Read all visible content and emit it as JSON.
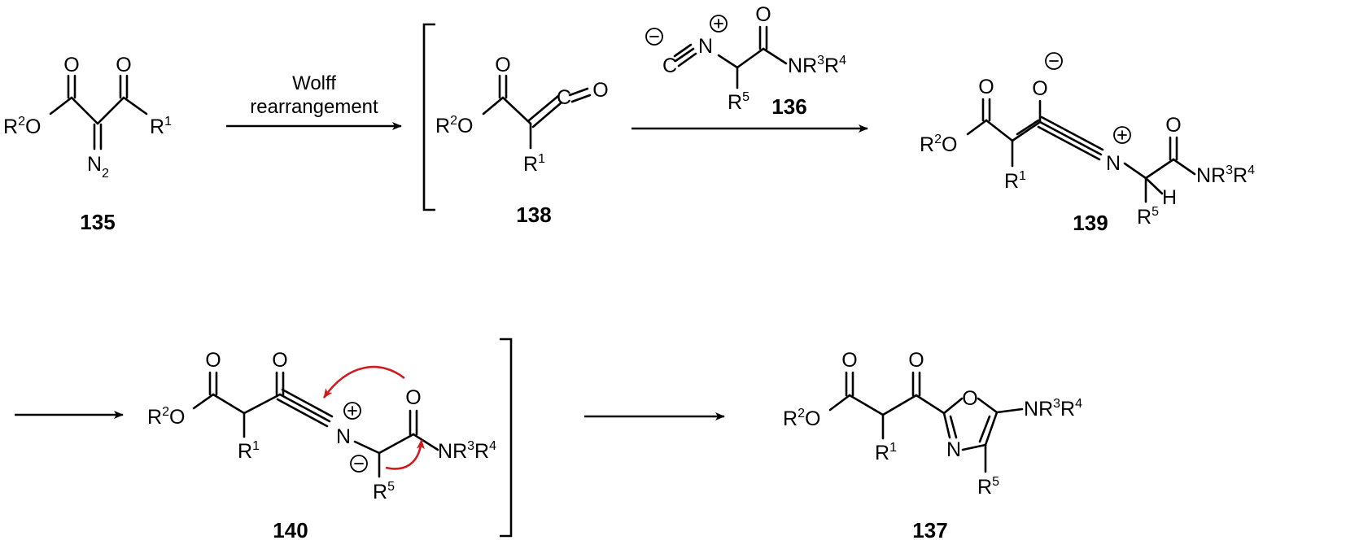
{
  "compounds": {
    "c135": "135",
    "c138": "138",
    "c136": "136",
    "c139": "139",
    "c140": "140",
    "c137": "137"
  },
  "conditions": {
    "line1": "Wolff",
    "line2": "rearrangement"
  },
  "atoms": {
    "O": "O",
    "N": "N",
    "C": "C",
    "H": "H",
    "R": "R",
    "sub2": "2",
    "n1": "1",
    "n2": "2",
    "n3": "3",
    "n4": "4",
    "n5": "5"
  },
  "colors": {
    "bond": "#000000",
    "mechanism_arrow": "#d01c1f"
  }
}
